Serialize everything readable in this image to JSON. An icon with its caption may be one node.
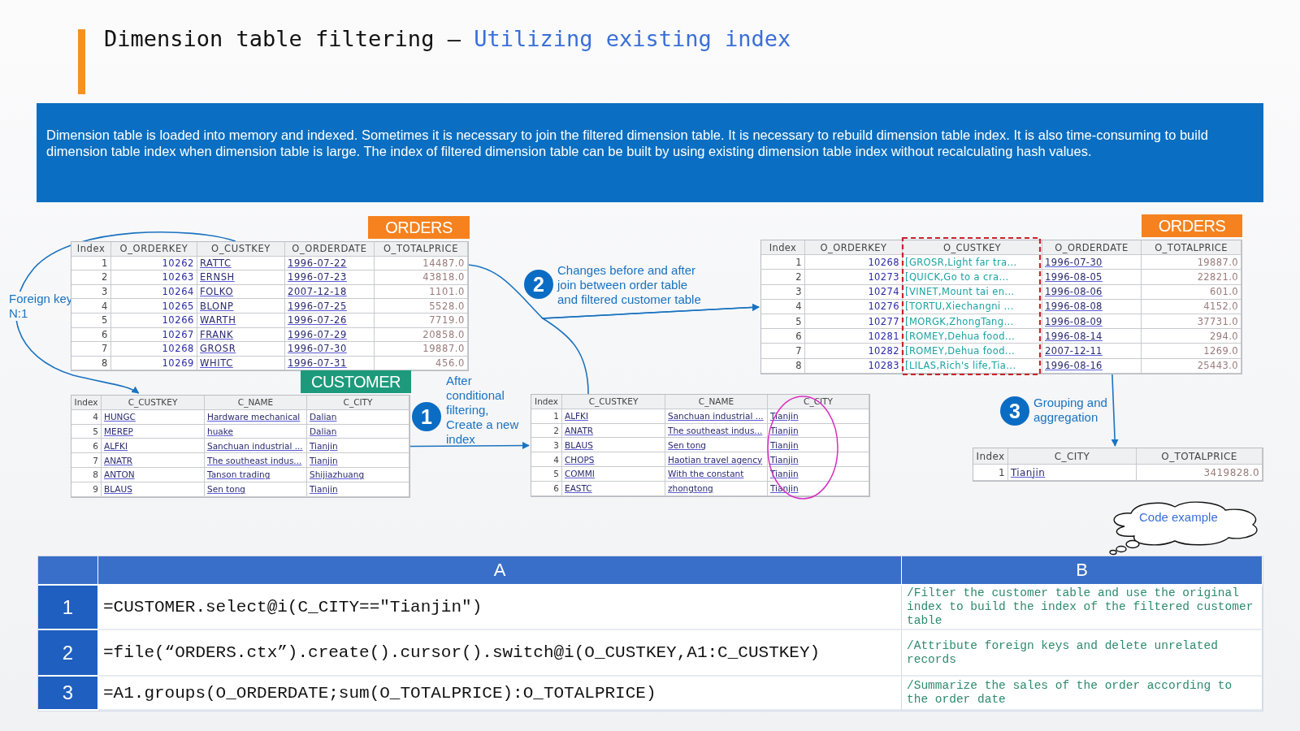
{
  "diagram": {
    "title": "Dimension table filtering – *Utilizing existing index*",
    "nodes": [
      {
        "text": [
          "ORDERS"
        ]
      },
      {
        "text": [
          "CUSTOMER"
        ]
      },
      {
        "text": [
          "1"
        ],
        "beside": [
          "After conditional filtering, Create a new index"
        ]
      },
      {
        "text": [
          "2"
        ],
        "beside": [
          "Changes before and after join between order table and filtered customer table"
        ]
      },
      {
        "text": [],
        "shape": "box"
      },
      {
        "text": [
          "ORDERS"
        ]
      },
      {
        "text": [
          "3"
        ],
        "beside": [
          "Grouping and aggregation"
        ]
      },
      {
        "text": [],
        "shape": "box"
      },
      {
        "text": [
          "Code example"
        ]
      }
    ],
    "edges": [
      {
        "from": 0,
        "to": 1,
        "arrow": "to",
        "label": "Foreign key N:1"
      },
      {
        "from": 1,
        "to": 4,
        "arrow": "to"
      },
      {
        "from": 0,
        "to": 5,
        "arrow": "to"
      },
      {
        "from": 4,
        "to": 5,
        "arrow": "to"
      },
      {
        "from": 5,
        "to": 7,
        "arrow": "to"
      }
    ],
    "labels": [
      "Dimension table is loaded into memory and indexed. Sometimes it is necessary to join the filtered dimension table. It is necessary to rebuild dimension table index. It is also time-consuming to build dimension table index when dimension table is large. The index of filtered dimension table can be built by using existing dimension table index without recalculating hash values.",
      "Index",
      "O_ORDERKEY",
      "O_CUSTKEY",
      "O_ORDERDATE",
      "O_TOTALPRICE",
      "1",
      "10262",
      "RATTC",
      "1996-07-22",
      "14487.0",
      "2",
      "10263",
      "ERNSH",
      "1996-07-23",
      "43818.0",
      "3",
      "10264",
      "FOLKO",
      "2007-12-18",
      "1101.0",
      "4",
      "10265",
      "BLONP",
      "1996-07-25",
      "5528.0",
      "5",
      "10266",
      "WARTH",
      "1996-07-26",
      "7719.0",
      "6",
      "10267",
      "FRANK",
      "1996-07-29",
      "20858.0",
      "7",
      "10268",
      "GROSR",
      "1996-07-30",
      "19887.0",
      "8",
      "10269",
      "WHITC",
      "1996-07-31",
      "456.0",
      "Index",
      "C_CUSTKEY",
      "C_NAME",
      "C_CITY",
      "4",
      "HUNGC",
      "Hardware mechanical",
      "Dalian",
      "5",
      "MEREP",
      "huake",
      "Dalian",
      "6",
      "ALFKI",
      "Sanchuan industrial ...",
      "Tianjin",
      "7",
      "ANATR",
      "The southeast indus...",
      "Tianjin",
      "8",
      "ANTON",
      "Tanson trading",
      "Shijiazhuang",
      "9",
      "BLAUS",
      "Sen tong",
      "Tianjin",
      "Index",
      "C_CUSTKEY",
      "C_NAME",
      "C_CITY",
      "1",
      "ALFKI",
      "Sanchuan industrial ...",
      "Tianjin",
      "2",
      "ANATR",
      "The southeast indus...",
      "Tianjin",
      "3",
      "BLAUS",
      "Sen tong",
      "Tianjin",
      "4",
      "CHOPS",
      "Haotian travel agency",
      "Tianjin",
      "5",
      "COMMI",
      "With the constant",
      "Tianjin",
      "6",
      "EASTC",
      "zhongtong",
      "Tianjin",
      "Index",
      "O_ORDERKEY",
      "O_CUSTKEY",
      "O_ORDERDATE",
      "O_TOTALPRICE",
      "1",
      "10268",
      "[GROSR,Light far tra...",
      "1996-07-30",
      "19887.0",
      "2",
      "10273",
      "[QUICK,Go to a cra...",
      "1996-08-05",
      "22821.0",
      "3",
      "10274",
      "[VINET,Mount tai en...",
      "1996-08-06",
      "601.0",
      "4",
      "10276",
      "[TORTU,Xiechangni ...",
      "1996-08-08",
      "4152.0",
      "5",
      "10277",
      "[MORGK,ZhongTang...",
      "1996-08-09",
      "37731.0",
      "6",
      "10281",
      "[ROMEY,Dehua food...",
      "1996-08-14",
      "294.0",
      "7",
      "10282",
      "[ROMEY,Dehua food...",
      "2007-12-11",
      "1269.0",
      "8",
      "10283",
      "[LILAS,Rich's life,Tia...",
      "1996-08-16",
      "25443.0",
      "Index",
      "C_CITY",
      "O_TOTALPRICE",
      "1",
      "Tianjin",
      "3419828.0",
      "A",
      "B",
      "1",
      "=CUSTOMER.select@i(C_CITY==\"Tianjin\")",
      "/Filter the customer table and use the original index to build the index of the filtered customer table",
      "2",
      "=file(“ORDERS.ctx”).create().cursor().switch@i(O_CUSTKEY,A1:C_CUSTKEY)",
      "/Attribute foreign keys and delete unrelated records",
      "3",
      "=A1.groups(O_ORDERDATE;sum(O_TOTALPRICE):O_TOTALPRICE)",
      "/Summarize the sales of the order according to the order date"
    ]
  }
}
